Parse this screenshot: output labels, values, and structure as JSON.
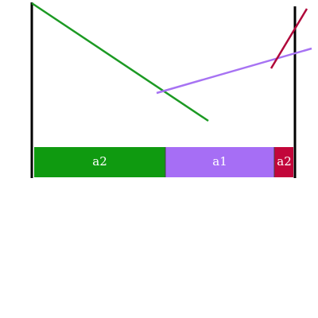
{
  "diagram": {
    "boundaries": [
      "left",
      "right"
    ],
    "bar": {
      "segments": [
        {
          "label": "a2",
          "color": "#0f9a10",
          "fraction": 0.5
        },
        {
          "label": "a1",
          "color": "#a66ef5",
          "fraction": 0.4133
        },
        {
          "label": "a2",
          "color": "#c2063a",
          "fraction": 0.0751
        }
      ]
    },
    "lines": [
      {
        "name": "green-line",
        "color": "#1c9a23",
        "matches_segment": 0
      },
      {
        "name": "purple-line",
        "color": "#a773f3",
        "matches_segment": 1
      },
      {
        "name": "crimson-line",
        "color": "#b0083a",
        "matches_segment": 2
      }
    ]
  }
}
